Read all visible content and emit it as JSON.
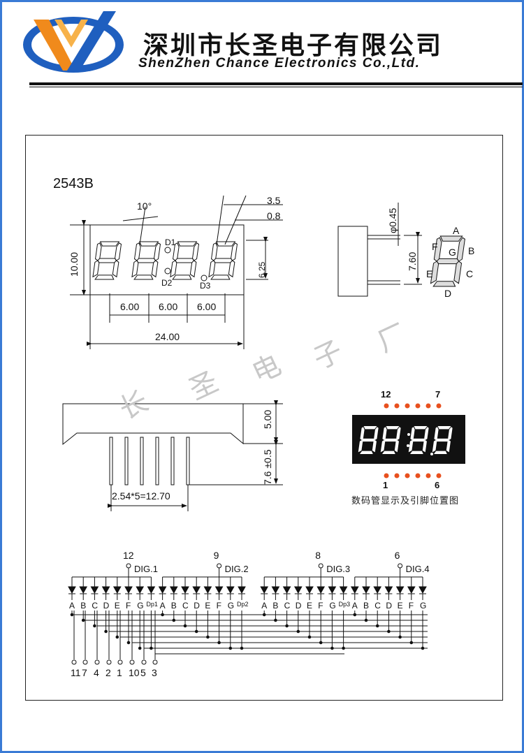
{
  "company": {
    "name_cn": "深圳市长圣电子有限公司",
    "name_en": "ShenZhen Chance Electronics Co.,Ltd."
  },
  "colors": {
    "frame": "#3a7bd5",
    "logo_blue": "#1f5fbf",
    "logo_orange": "#f08a1c",
    "led_red": "#e8501e",
    "display_bg": "#111111"
  },
  "part": {
    "model": "2543B"
  },
  "dims": {
    "height": "10.00",
    "angle": "10°",
    "pitch": [
      "6.00",
      "6.00",
      "6.00"
    ],
    "width": "24.00",
    "t35": "3.5",
    "t08": "0.8",
    "seg": "6.25",
    "pin_dia": "φ0.45",
    "row": "7.60",
    "body_h": "5.00",
    "pin_len": "7.6 ±0.5",
    "pin_pitch": "2.54*5=12.70"
  },
  "dp_labels": [
    "D1",
    "D2",
    "D3"
  ],
  "segment_letters": [
    "A",
    "B",
    "C",
    "D",
    "E",
    "F",
    "G"
  ],
  "watermark": [
    "长",
    "圣",
    "电",
    "子",
    "厂"
  ],
  "pinmap": {
    "top_left": "12",
    "top_right": "7",
    "bottom_left": "1",
    "bottom_right": "6",
    "caption": "数码管显示及引脚位置图"
  },
  "digits": [
    {
      "pin": "12",
      "name": "DIG.1",
      "segs": [
        "A",
        "B",
        "C",
        "D",
        "E",
        "F",
        "G",
        "Dp1"
      ]
    },
    {
      "pin": "9",
      "name": "DIG.2",
      "segs": [
        "A",
        "B",
        "C",
        "D",
        "E",
        "F",
        "G",
        "Dp2"
      ]
    },
    {
      "pin": "8",
      "name": "DIG.3",
      "segs": [
        "A",
        "B",
        "C",
        "D",
        "E",
        "F",
        "G",
        "Dp3"
      ]
    },
    {
      "pin": "6",
      "name": "DIG.4",
      "segs": [
        "A",
        "B",
        "C",
        "D",
        "E",
        "F",
        "G"
      ]
    }
  ],
  "bottom_pins": [
    "11",
    "7",
    "4",
    "2",
    "1",
    "10",
    "5",
    "3"
  ]
}
